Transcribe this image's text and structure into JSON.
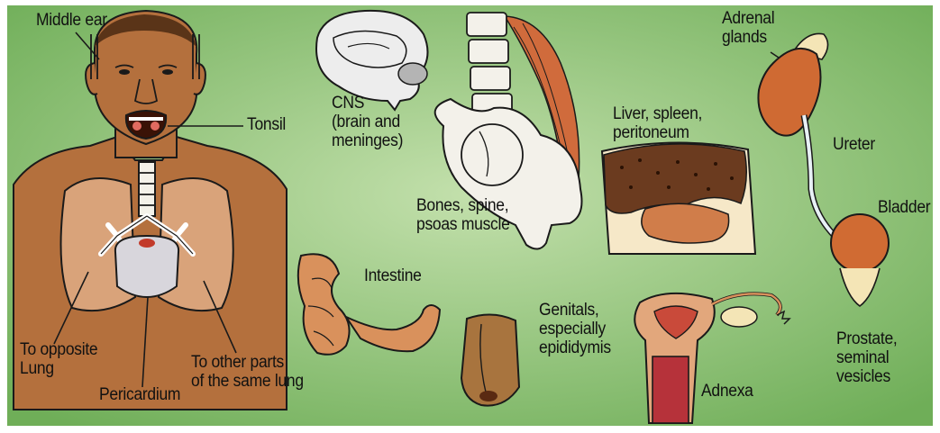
{
  "colors": {
    "background_center": "#c3e0ac",
    "background_edge": "#6fae58",
    "skin": "#b4703d",
    "lung": "#d9a37a",
    "organ_orange": "#cf6a33",
    "bone": "#f3f1ea",
    "outline": "#1a1a1a"
  },
  "labels": {
    "middle_ear": "Middle ear",
    "tonsil": "Tonsil",
    "cns_1": "CNS",
    "cns_2": "(brain and",
    "cns_3": "meninges)",
    "bones_1": "Bones, spine,",
    "bones_2": "psoas muscle",
    "liver_1": "Liver, spleen,",
    "liver_2": "peritoneum",
    "adrenal_1": "Adrenal",
    "adrenal_2": "glands",
    "ureter": "Ureter",
    "bladder": "Bladder",
    "intestine": "Intestine",
    "genitals_1": "Genitals,",
    "genitals_2": "especially",
    "genitals_3": "epididymis",
    "adnexa": "Adnexa",
    "prostate_1": "Prostate,",
    "prostate_2": "seminal",
    "prostate_3": "vesicles",
    "opposite_1": "To opposite",
    "opposite_2": "Lung",
    "pericardium": "Pericardium",
    "same_lung_1": "To other parts",
    "same_lung_2": "of the same lung"
  }
}
